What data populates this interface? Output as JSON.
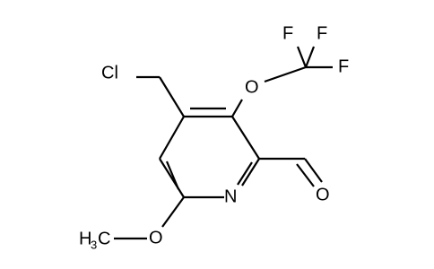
{
  "molecule": {
    "atoms": {
      "cl": "Cl",
      "o_ether": "O",
      "f_top_left": "F",
      "f_top_right": "F",
      "f_right": "F",
      "n_ring": "N",
      "o_aldehyde": "O",
      "o_methoxy": "O",
      "methyl_h": "H",
      "methyl_sub": "3",
      "methyl_c": "C"
    }
  }
}
